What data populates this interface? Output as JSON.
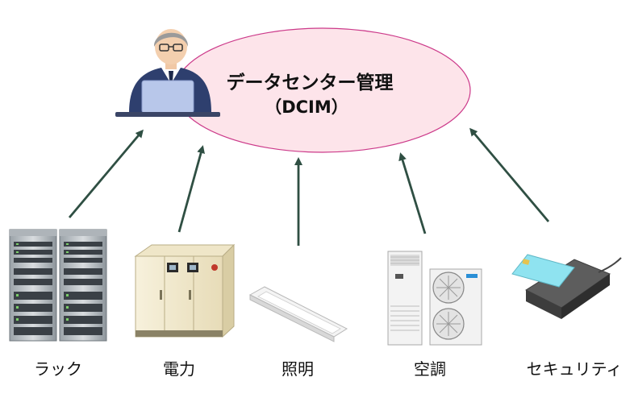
{
  "center": {
    "title": "データセンター管理",
    "subtitle": "（DCIM）"
  },
  "components": [
    {
      "label": "ラック",
      "icon": "server-rack-icon"
    },
    {
      "label": "電力",
      "icon": "power-cabinet-icon"
    },
    {
      "label": "照明",
      "icon": "light-fixture-icon"
    },
    {
      "label": "空調",
      "icon": "air-conditioner-icon"
    },
    {
      "label": "セキュリティ",
      "icon": "card-reader-icon"
    }
  ],
  "colors": {
    "ellipse_fill": "#fde4ea",
    "ellipse_stroke": "#cc3a8a",
    "arrow": "#2f4f43",
    "person_suit": "#2e3f6e",
    "laptop": "#b8c7ea"
  }
}
